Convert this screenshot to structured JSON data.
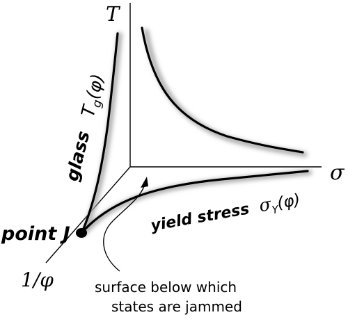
{
  "axes": {
    "t_label": "T",
    "sigma_label": "σ",
    "phi_label": "1/φ"
  },
  "labels": {
    "glass_word": "glass",
    "glass_symbol": "T",
    "glass_subscript": "g",
    "glass_arg": "(φ)",
    "yield_words": "yield stress",
    "yield_symbol": "σ",
    "yield_subscript": "Y",
    "yield_arg": "(φ)",
    "point_j": "point J",
    "surface_line1": "surface below which",
    "surface_line2": "states are jammed"
  },
  "colors": {
    "ink": "#000000",
    "shadow": "#a8a8a8"
  }
}
